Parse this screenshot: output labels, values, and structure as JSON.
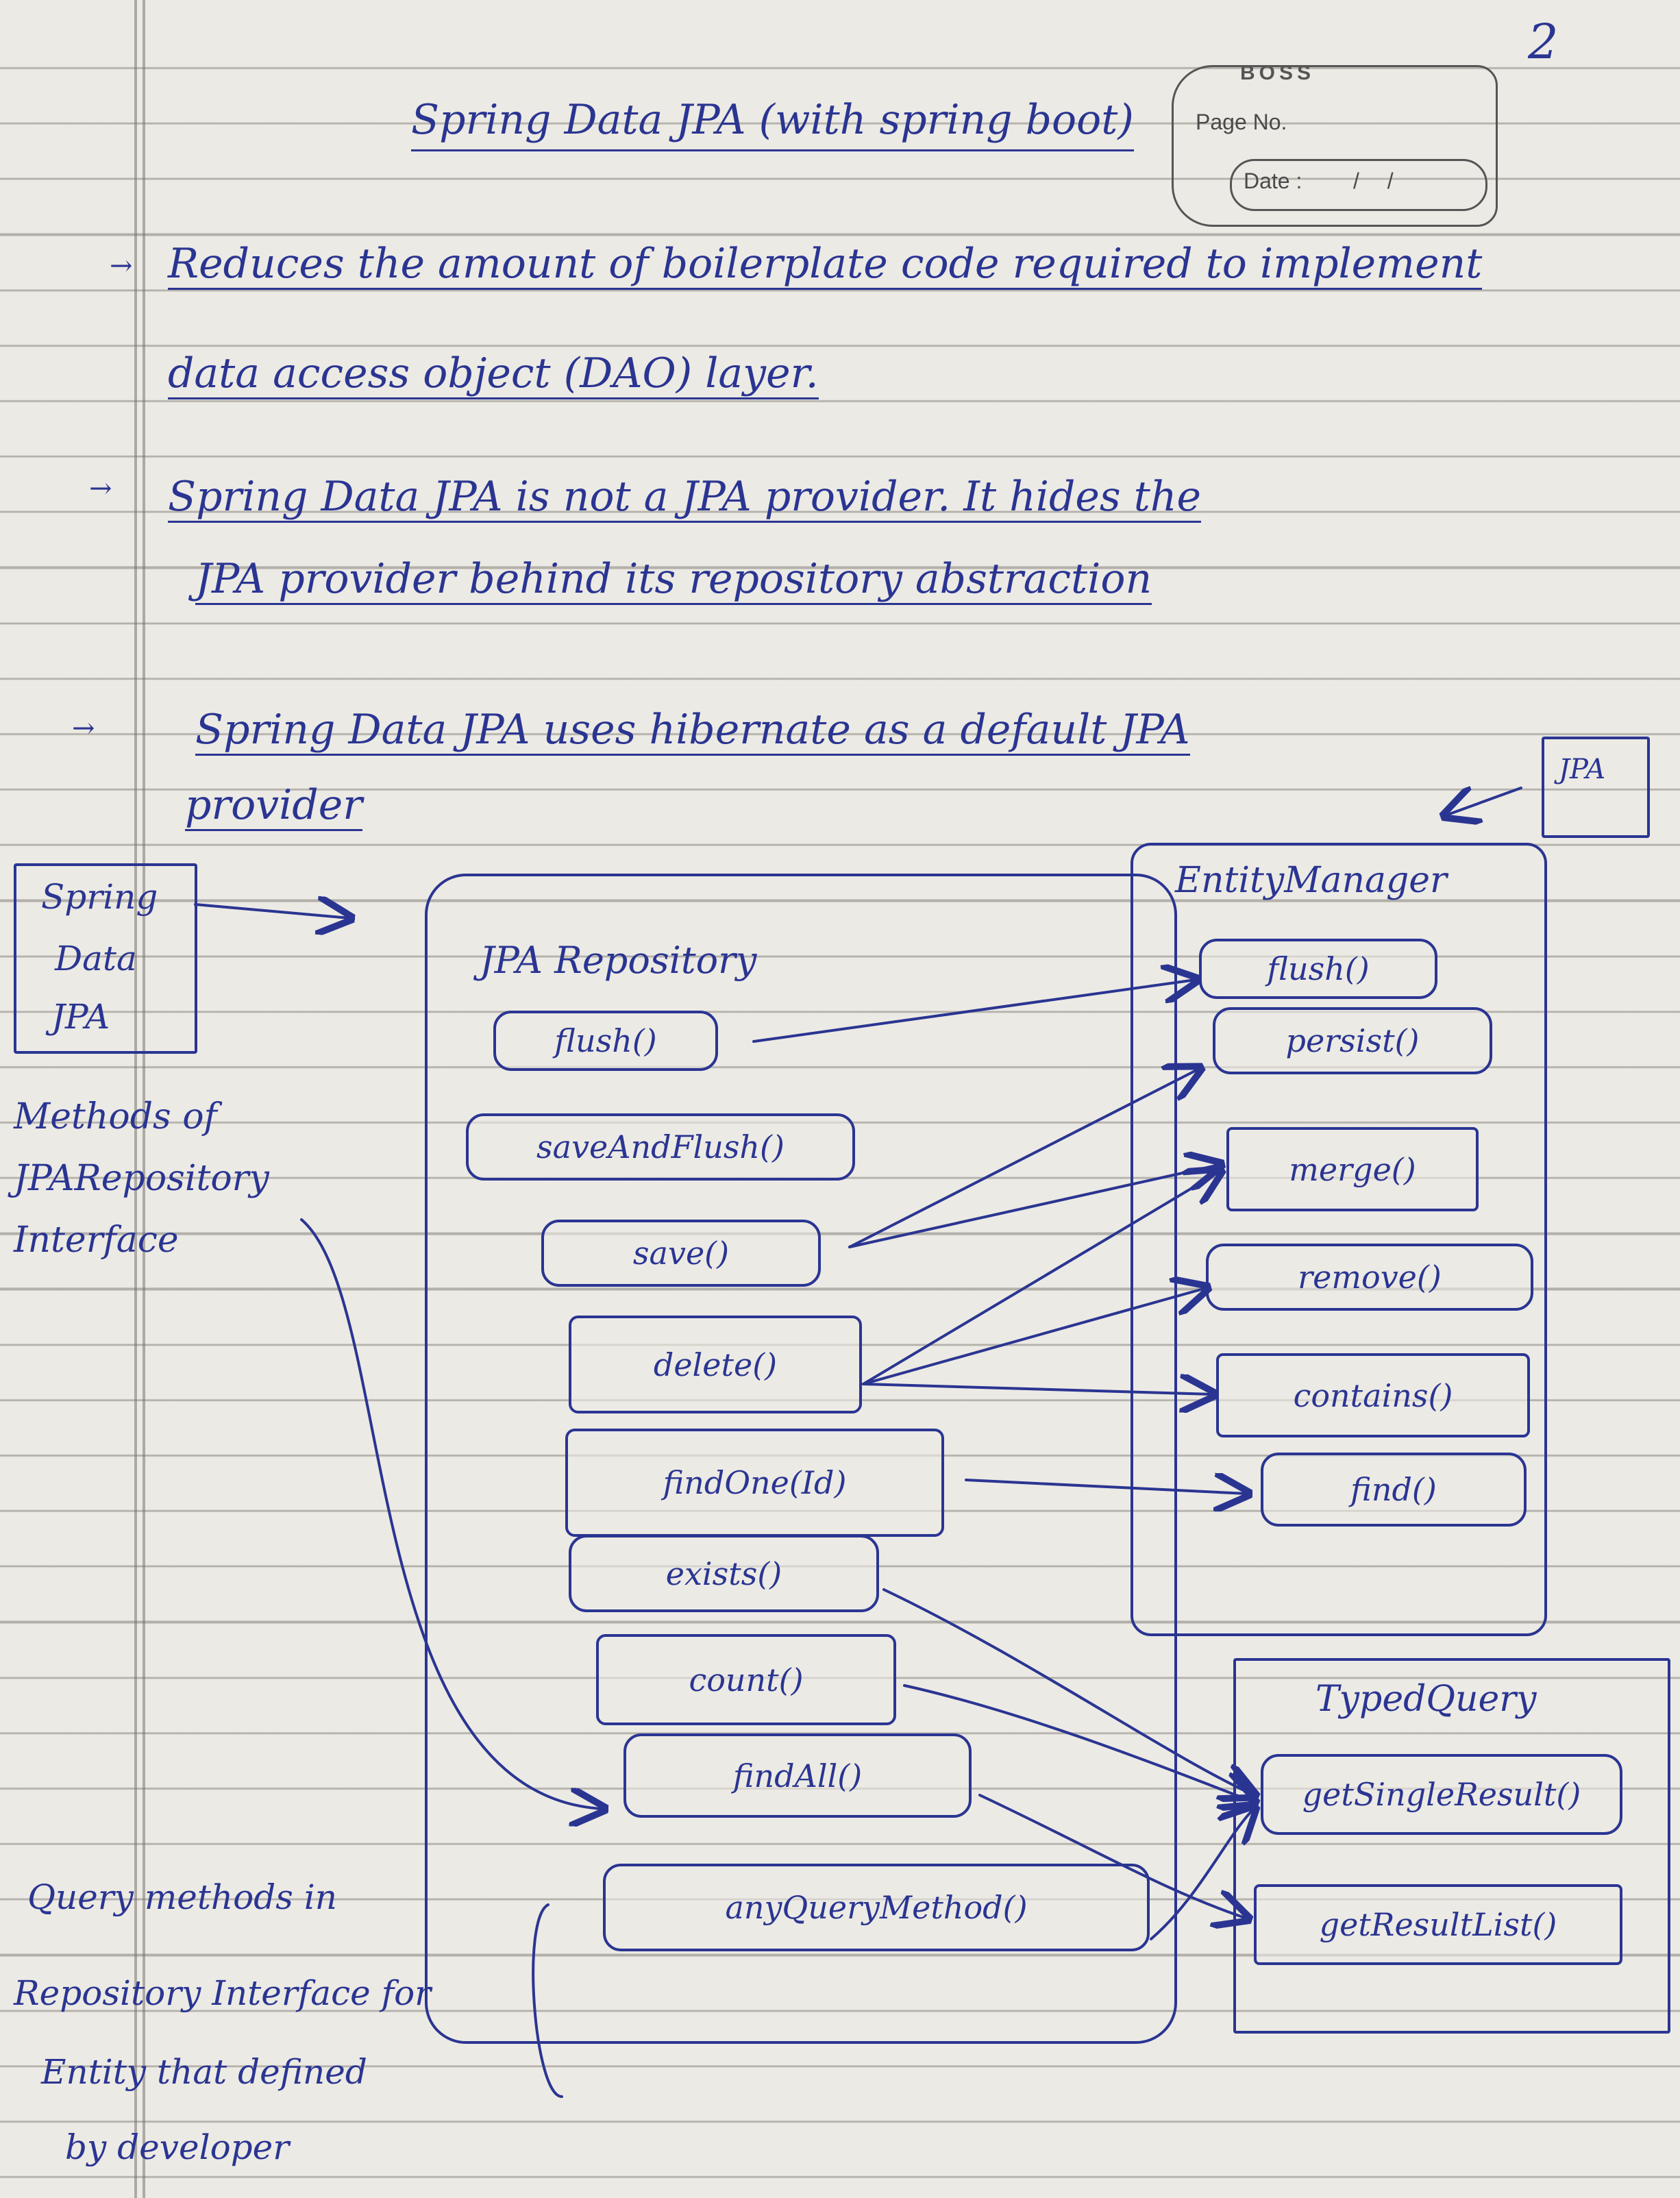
{
  "header": {
    "title": "Spring Data JPA (with spring boot)",
    "logo": "BOSS",
    "page_no_label": "Page No.",
    "date_label": "Date :",
    "date_value": "/ /",
    "corner_mark": "2"
  },
  "notes": [
    {
      "line1": "Reduces the amount of boilerplate code required to implement",
      "line2": "data access object (DAO) layer."
    },
    {
      "line1": "Spring Data JPA is not a JPA provider. It hides the",
      "line2": "JPA provider behind its repository abstraction"
    },
    {
      "line1": "Spring Data JPA uses hibernate as a default JPA",
      "line2": "provider"
    }
  ],
  "diagram": {
    "spring_data_box": [
      "Spring",
      "Data",
      "JPA"
    ],
    "jpa_box": "JPA",
    "methods_label": [
      "Methods of",
      "JPARepository",
      "Interface"
    ],
    "query_label": [
      "Query methods in",
      "Repository Interface for",
      "Entity that defined",
      "by developer"
    ],
    "jpa_repository": {
      "title": "JPA Repository",
      "methods": [
        "flush()",
        "saveAndFlush()",
        "save()",
        "delete()",
        "findOne(Id)",
        "exists()",
        "count()",
        "findAll()",
        "anyQueryMethod()"
      ]
    },
    "entity_manager": {
      "title": "EntityManager",
      "methods": [
        "flush()",
        "persist()",
        "merge()",
        "remove()",
        "contains()",
        "find()"
      ]
    },
    "typed_query": {
      "title": "TypedQuery",
      "methods": [
        "getSingleResult()",
        "getResultList()"
      ]
    }
  }
}
